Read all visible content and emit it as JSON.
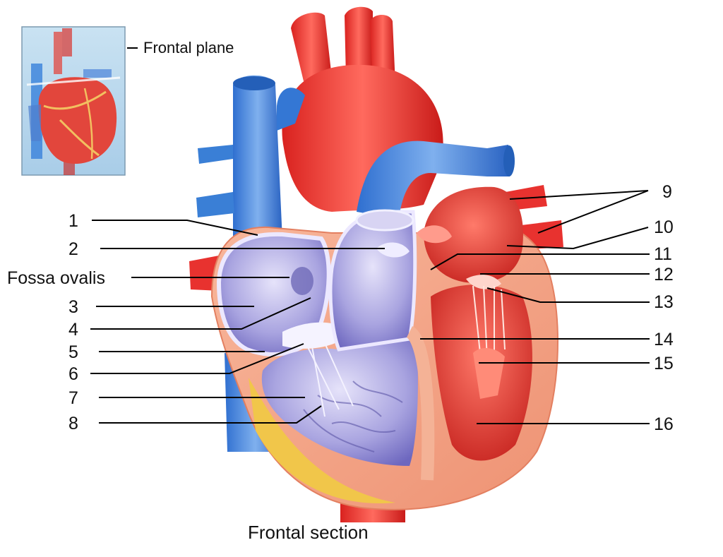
{
  "caption": "Frontal section",
  "inset": {
    "plane_label": "Frontal plane"
  },
  "left_labels": {
    "l1": "1",
    "l2": "2",
    "fossa": "Fossa ovalis",
    "l3": "3",
    "l4": "4",
    "l5": "5",
    "l6": "6",
    "l7": "7",
    "l8": "8"
  },
  "right_labels": {
    "r9": "9",
    "r10": "10",
    "r11": "11",
    "r12": "12",
    "r13": "13",
    "r14": "14",
    "r15": "15",
    "r16": "16"
  },
  "colors": {
    "arterial_red": "#e8322f",
    "venous_blue": "#3a7fd6",
    "myocardium": "#f4a88a",
    "chamber_lilac": "#b7b3e6"
  }
}
